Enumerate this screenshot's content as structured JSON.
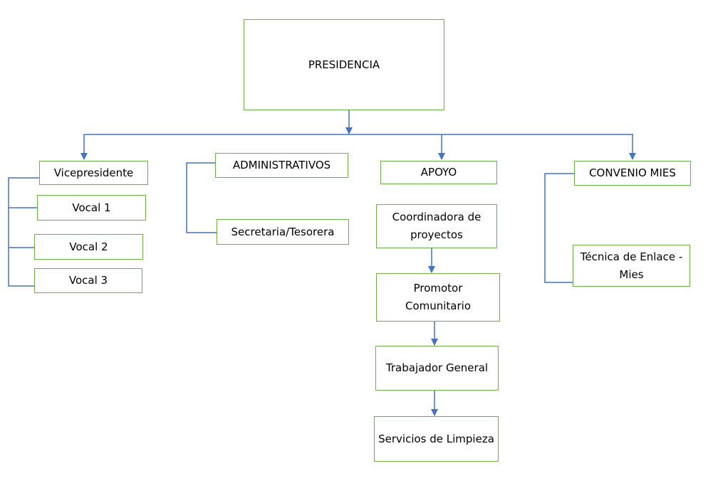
{
  "colors": {
    "box_border": "#70ad47",
    "connector": "#4472c4",
    "background": "#ffffff",
    "text": "#000000"
  },
  "org": {
    "presidencia": "PRESIDENCIA",
    "branches": {
      "vicepresidente": {
        "head": "Vicepresidente",
        "members": [
          "Vocal 1",
          "Vocal 2",
          "Vocal 3"
        ]
      },
      "administrativos": {
        "head": "ADMINISTRATIVOS",
        "members": [
          "Secretaria/Tesorera"
        ]
      },
      "apoyo": {
        "head": "APOYO",
        "chain": [
          "Coordinadora de proyectos",
          "Promotor Comunitario",
          "Trabajador General",
          "Servicios de Limpieza"
        ]
      },
      "convenio_mies": {
        "head": "CONVENIO MIES",
        "members": [
          "Técnica de Enlace - Mies"
        ]
      }
    }
  }
}
